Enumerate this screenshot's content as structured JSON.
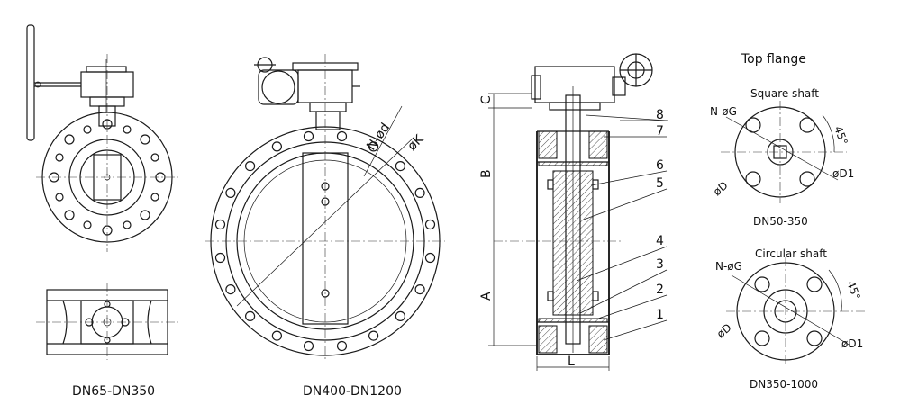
{
  "views": {
    "small_caption": "DN65-DN350",
    "large_caption": "DN400-DN1200",
    "large_labels": {
      "bolt_holes": "N-ød",
      "pcd": "øK"
    }
  },
  "section": {
    "dims": {
      "A": "A",
      "B": "B",
      "C": "C",
      "L": "L"
    },
    "parts": [
      "1",
      "2",
      "3",
      "4",
      "5",
      "6",
      "7",
      "8"
    ]
  },
  "top_flange": {
    "title": "Top flange",
    "square": {
      "label": "Square shaft",
      "caption": "DN50-350",
      "holes": "N-øG",
      "angle": "45°",
      "d1": "øD1",
      "d": "øD"
    },
    "circular": {
      "label": "Circular shaft",
      "caption": "DN350-1000",
      "holes": "N-øG",
      "angle": "45°",
      "d1": "øD1",
      "d": "øD"
    }
  }
}
